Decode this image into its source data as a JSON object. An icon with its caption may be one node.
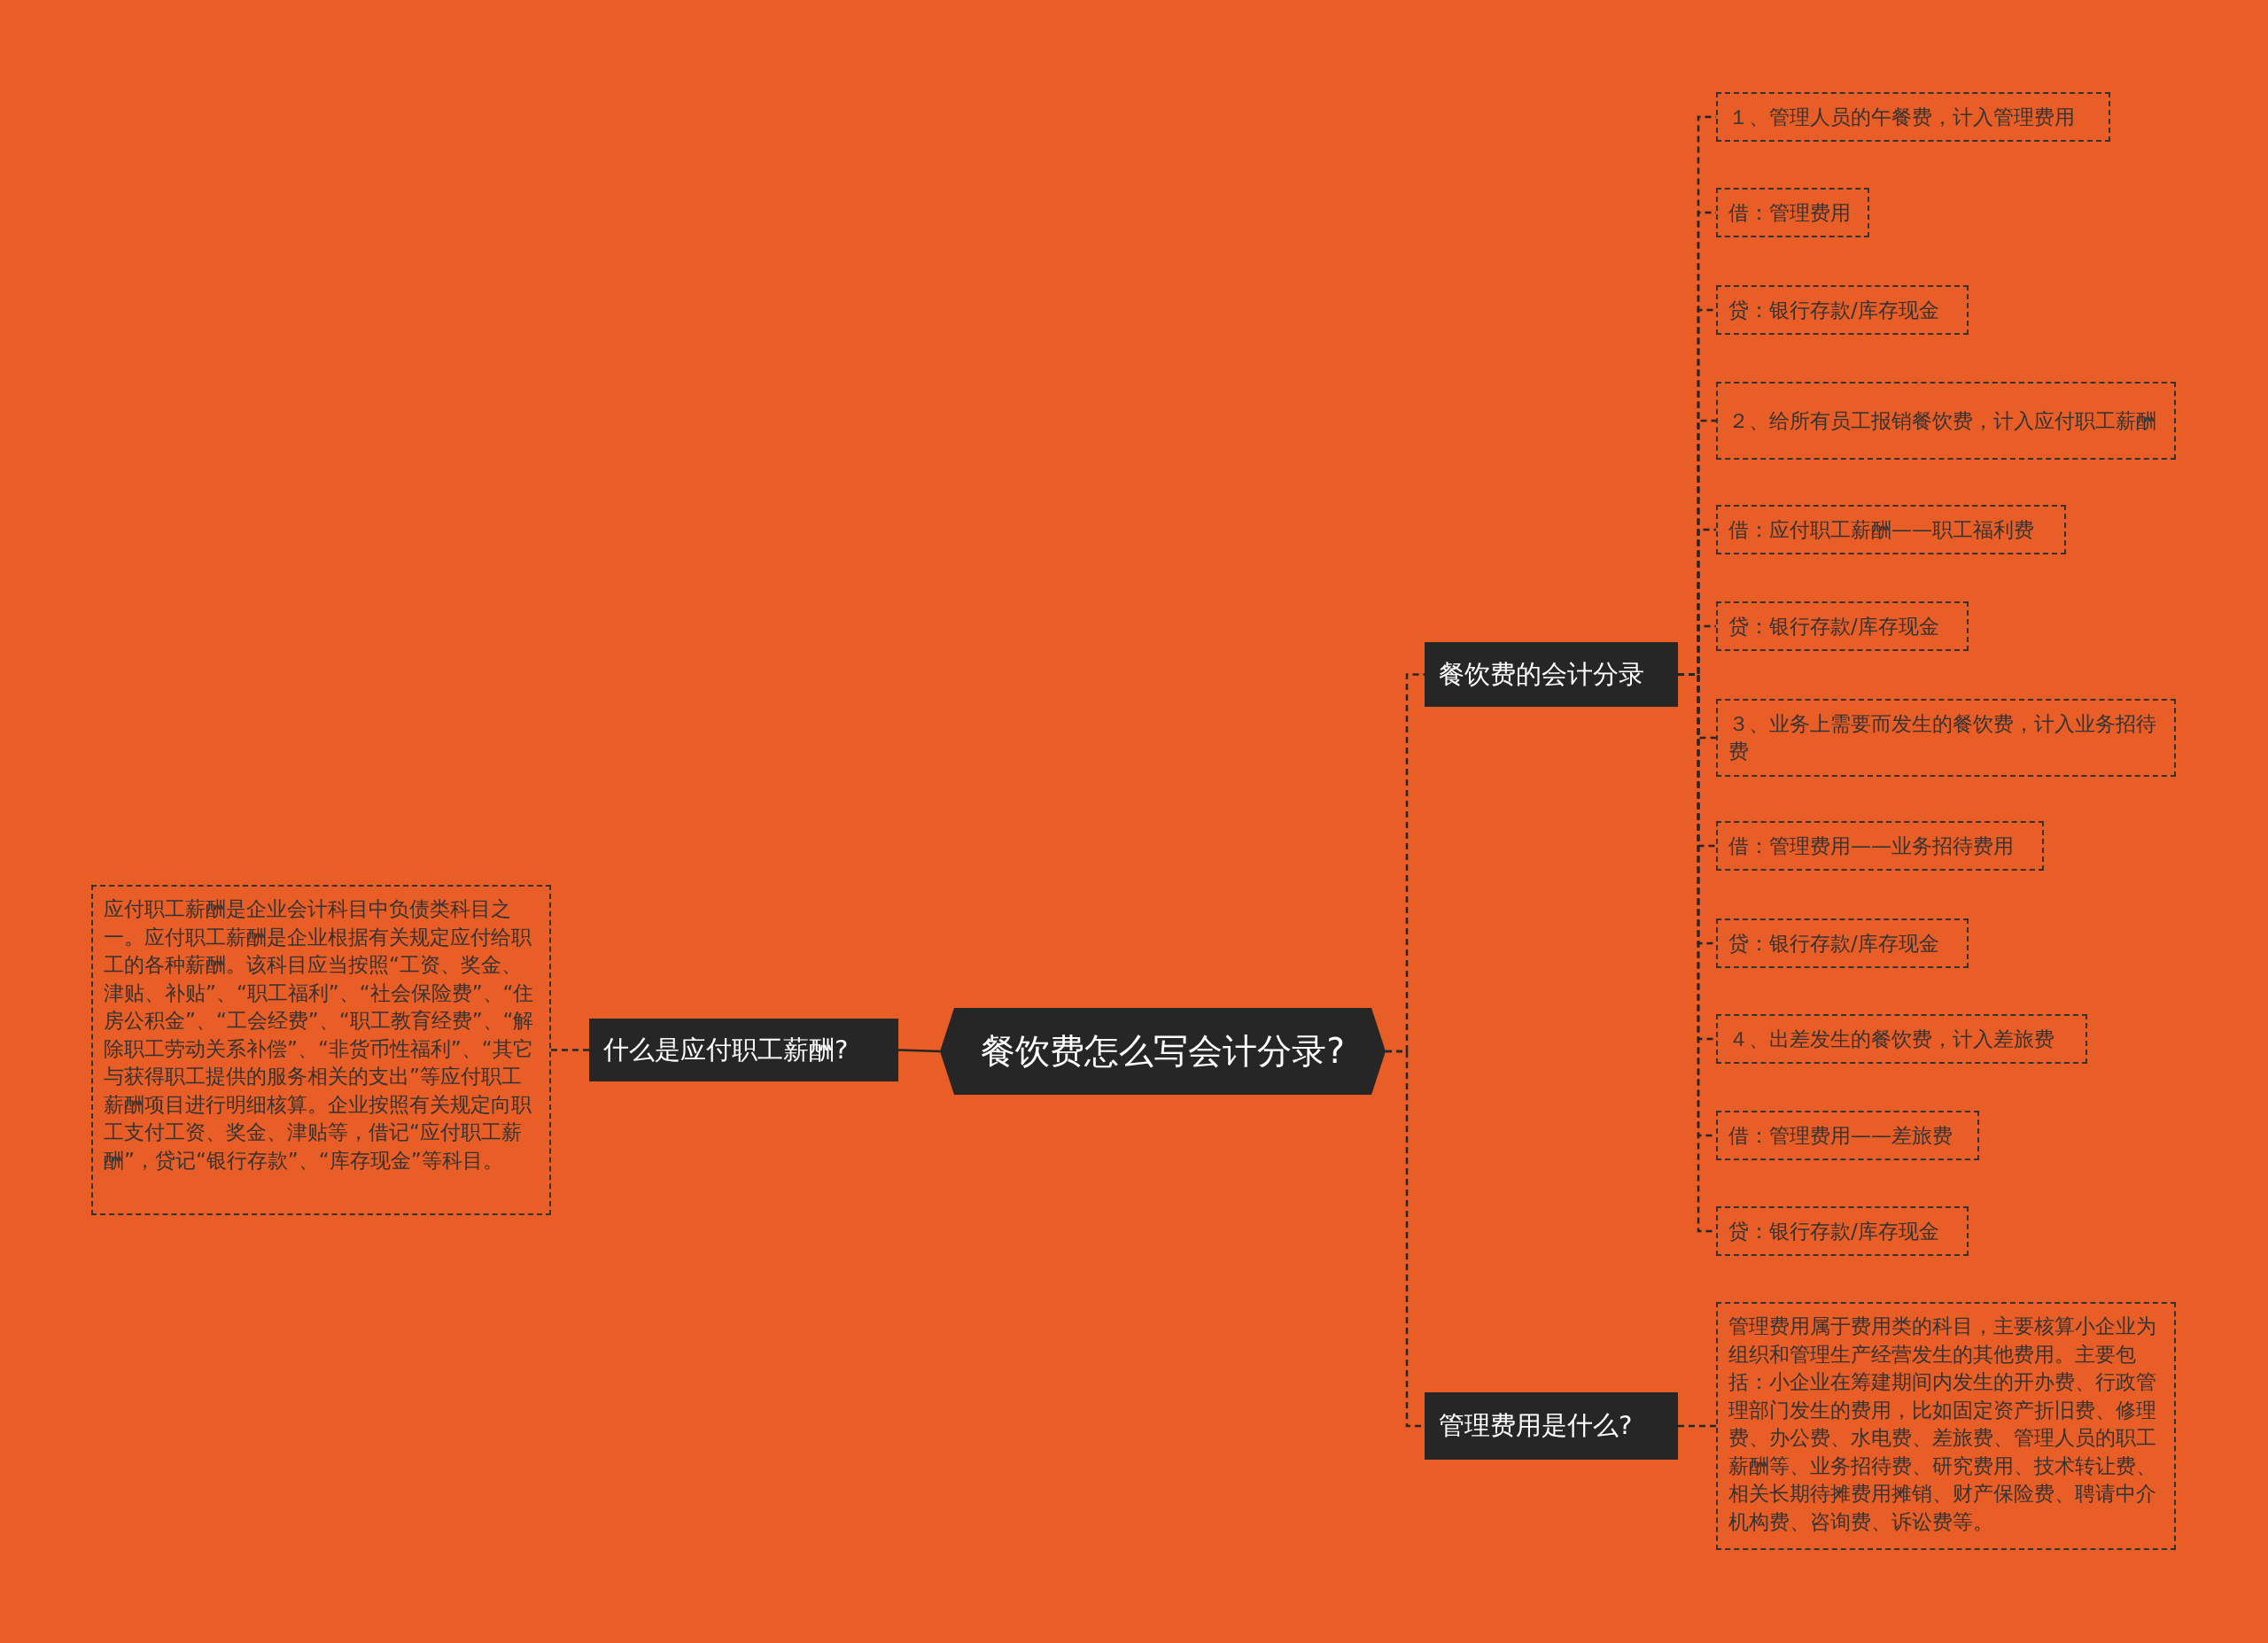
{
  "diagram": {
    "nodes": [
      {
        "text": [
          "餐饮费怎么写会计分录?"
        ]
      },
      {
        "text": [
          "什么是应付职工薪酬?"
        ]
      },
      {
        "text": [
          "应付职工薪酬是企业会计科目中负债类科目之一。应付职工薪酬是企业根据有关规定应付给职工的各种薪酬。该科目应当按照“工资、奖金、津贴、补贴”、“职工福利”、“社会保险费”、“住房公积金”、“工会经费”、“职工教育经费”、“解除职工劳动关系补偿”、“非货币性福利”、“其它与获得职工提供的服务相关的支出”等应付职工薪酬项目进行明细核算。企业按照有关规定向职工支付工资、奖金、津贴等，借记“应付职工薪酬”，贷记“银行存款”、“库存现金”等科目。"
        ]
      },
      {
        "text": [
          "餐饮费的会计分录"
        ]
      },
      {
        "text": [
          "１、管理人员的午餐费，计入管理费用"
        ]
      },
      {
        "text": [
          "借：管理费用"
        ]
      },
      {
        "text": [
          "贷：银行存款/库存现金"
        ]
      },
      {
        "text": [
          "２、给所有员工报销餐饮费，计入应付职工薪酬"
        ]
      },
      {
        "text": [
          "借：应付职工薪酬——职工福利费"
        ]
      },
      {
        "text": [
          "贷：银行存款/库存现金"
        ]
      },
      {
        "text": [
          "３、业务上需要而发生的餐饮费，计入业务招待费"
        ]
      },
      {
        "text": [
          "借：管理费用——业务招待费用"
        ]
      },
      {
        "text": [
          "贷：银行存款/库存现金"
        ]
      },
      {
        "text": [
          "４、出差发生的餐饮费，计入差旅费"
        ]
      },
      {
        "text": [
          "借：管理费用——差旅费"
        ]
      },
      {
        "text": [
          "贷：银行存款/库存现金"
        ]
      },
      {
        "text": [
          "管理费用是什么?"
        ]
      },
      {
        "text": [
          "管理费用属于费用类的科目，主要核算小企业为组织和管理生产经营发生的其他费用。主要包括：小企业在筹建期间内发生的开办费、行政管理部门发生的费用，比如固定资产折旧费、修理费、办公费、水电费、差旅费、管理人员的职工薪酬等、业务招待费、研究费用、技术转让费、相关长期待摊费用摊销、财产保险费、聘请中介机构费、咨询费、诉讼费等。"
        ]
      }
    ],
    "edges": [
      {
        "from": 0,
        "to": 1,
        "arrow": "none"
      },
      {
        "from": 1,
        "to": 2,
        "arrow": "none",
        "style": "dashed"
      },
      {
        "from": 0,
        "to": 3,
        "arrow": "none",
        "style": "dashed"
      },
      {
        "from": 3,
        "to": 4,
        "arrow": "none",
        "style": "dashed"
      },
      {
        "from": 3,
        "to": 5,
        "arrow": "none",
        "style": "dashed"
      },
      {
        "from": 3,
        "to": 6,
        "arrow": "none",
        "style": "dashed"
      },
      {
        "from": 3,
        "to": 7,
        "arrow": "none",
        "style": "dashed"
      },
      {
        "from": 3,
        "to": 8,
        "arrow": "none",
        "style": "dashed"
      },
      {
        "from": 3,
        "to": 9,
        "arrow": "none",
        "style": "dashed"
      },
      {
        "from": 3,
        "to": 10,
        "arrow": "none",
        "style": "dashed"
      },
      {
        "from": 3,
        "to": 11,
        "arrow": "none",
        "style": "dashed"
      },
      {
        "from": 3,
        "to": 12,
        "arrow": "none",
        "style": "dashed"
      },
      {
        "from": 3,
        "to": 13,
        "arrow": "none",
        "style": "dashed"
      },
      {
        "from": 3,
        "to": 14,
        "arrow": "none",
        "style": "dashed"
      },
      {
        "from": 3,
        "to": 15,
        "arrow": "none",
        "style": "dashed"
      },
      {
        "from": 0,
        "to": 16,
        "arrow": "none",
        "style": "dashed"
      },
      {
        "from": 16,
        "to": 17,
        "arrow": "none",
        "style": "dashed"
      }
    ]
  }
}
